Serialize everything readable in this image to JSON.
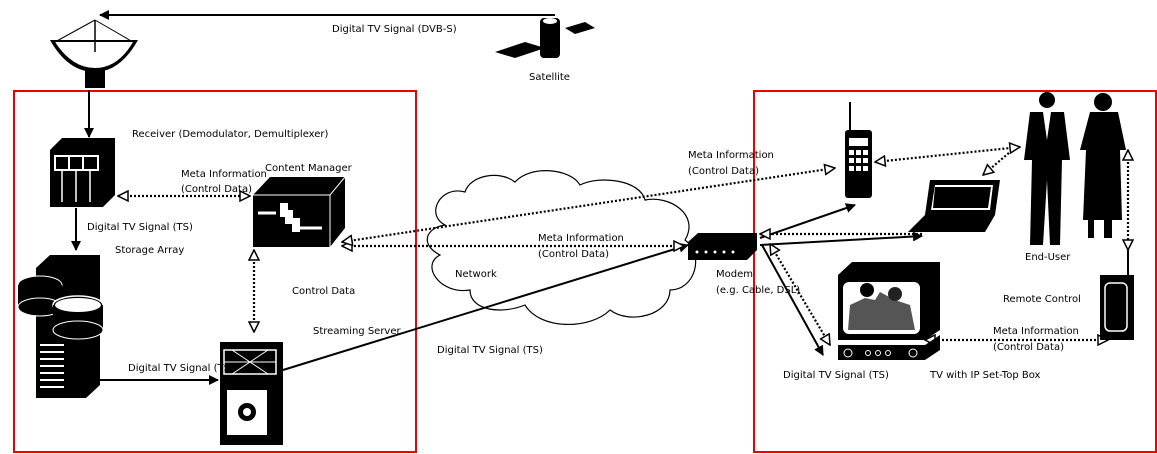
{
  "colors": {
    "boundary": "#ee0000",
    "ink": "#000000"
  },
  "labels": {
    "dvbs": "Digital TV Signal (DVB-S)",
    "satellite": "Satellite",
    "receiver": "Receiver (Demodulator, Demultiplexer)",
    "content_manager": "Content Manager",
    "meta_rc_1": "Meta Information",
    "meta_rc_2": "(Control Data)",
    "ts_receiver_storage": "Digital TV Signal (TS)",
    "storage": "Storage Array",
    "control_data": "Control Data",
    "streaming_server": "Streaming Server",
    "ts_storage_server": "Digital TV Signal (TS)",
    "network": "Network",
    "ts_server_modem": "Digital TV Signal (TS)",
    "meta_cm_modem_1": "Meta Information",
    "meta_cm_modem_2": "(Control Data)",
    "meta_phone_1": "Meta Information",
    "meta_phone_2": "(Control Data)",
    "modem_1": "Modem",
    "modem_2": "(e.g. Cable, DSL)",
    "end_user": "End-User",
    "remote": "Remote Control",
    "meta_remote_1": "Meta Information",
    "meta_remote_2": "(Control Data)",
    "ts_tv": "Digital TV Signal (TS)",
    "tv": "TV with IP Set-Top Box"
  },
  "icons": [
    "satellite-dish-icon",
    "satellite-icon",
    "receiver-icon",
    "content-manager-icon",
    "storage-array-icon",
    "streaming-server-icon",
    "network-cloud-icon",
    "modem-icon",
    "mobile-phone-icon",
    "laptop-icon",
    "end-user-icon",
    "remote-control-icon",
    "tv-set-top-box-icon"
  ]
}
